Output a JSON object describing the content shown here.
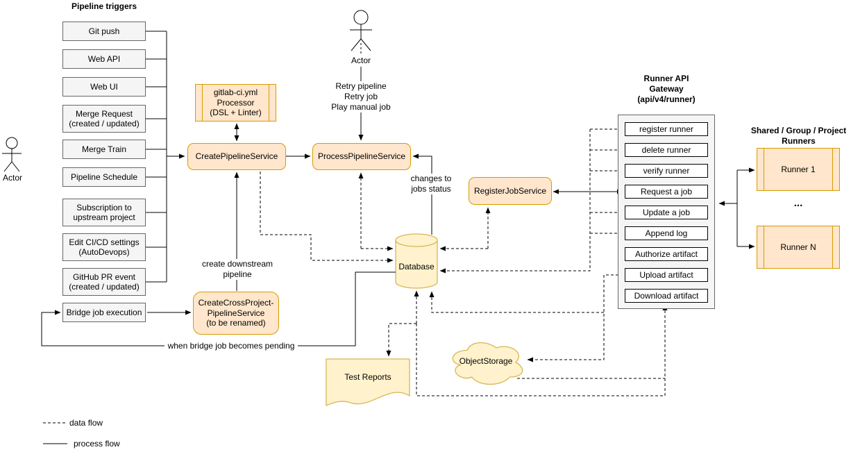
{
  "triggers": {
    "title": "Pipeline triggers",
    "items": [
      "Git push",
      "Web API",
      "Web UI",
      "Merge Request\n(created / updated)",
      "Merge Train",
      "Pipeline Schedule",
      "Subscription to\nupstream project",
      "Edit CI/CD settings\n(AutoDevops)",
      "GitHub PR event\n(created / updated)",
      "Bridge job execution"
    ]
  },
  "actors": {
    "left_label": "Actor",
    "top_label": "Actor",
    "top_actions": "Retry pipeline\nRetry job\nPlay manual job"
  },
  "services": {
    "processor": "gitlab-ci.yml\nProcessor\n(DSL + Linter)",
    "create_pipeline": "CreatePipelineService",
    "process_pipeline": "ProcessPipelineService",
    "register_job": "RegisterJobService",
    "create_cross_project": "CreateCrossProject-\nPipelineService\n(to be renamed)"
  },
  "storage": {
    "database": "Database",
    "object_storage": "ObjectStorage",
    "test_reports": "Test Reports"
  },
  "gateway": {
    "title": "Runner API\nGateway\n(api/v4/runner)",
    "endpoints": [
      "register runner",
      "delete runner",
      "verify runner",
      "Request a job",
      "Update a job",
      "Append log",
      "Authorize artifact",
      "Upload artifact",
      "Download artifact"
    ]
  },
  "runners": {
    "title": "Shared / Group / Project\nRunners",
    "runner_1": "Runner 1",
    "runner_n": "Runner N",
    "ellipsis": "..."
  },
  "annotations": {
    "changes_to_jobs_status": "changes to\njobs status",
    "create_downstream_pipeline": "create downstream\npipeline",
    "when_bridge_job_pending": "when bridge job becomes pending"
  },
  "legend": {
    "data_flow": "data flow",
    "process_flow": "process flow"
  },
  "colors": {
    "service_fill": "#FFE6CC",
    "service_border": "#D79B00",
    "storage_fill": "#FFF2CC",
    "storage_border": "#D6B656",
    "trigger_fill": "#F5F5F5",
    "trigger_border": "#666666"
  }
}
